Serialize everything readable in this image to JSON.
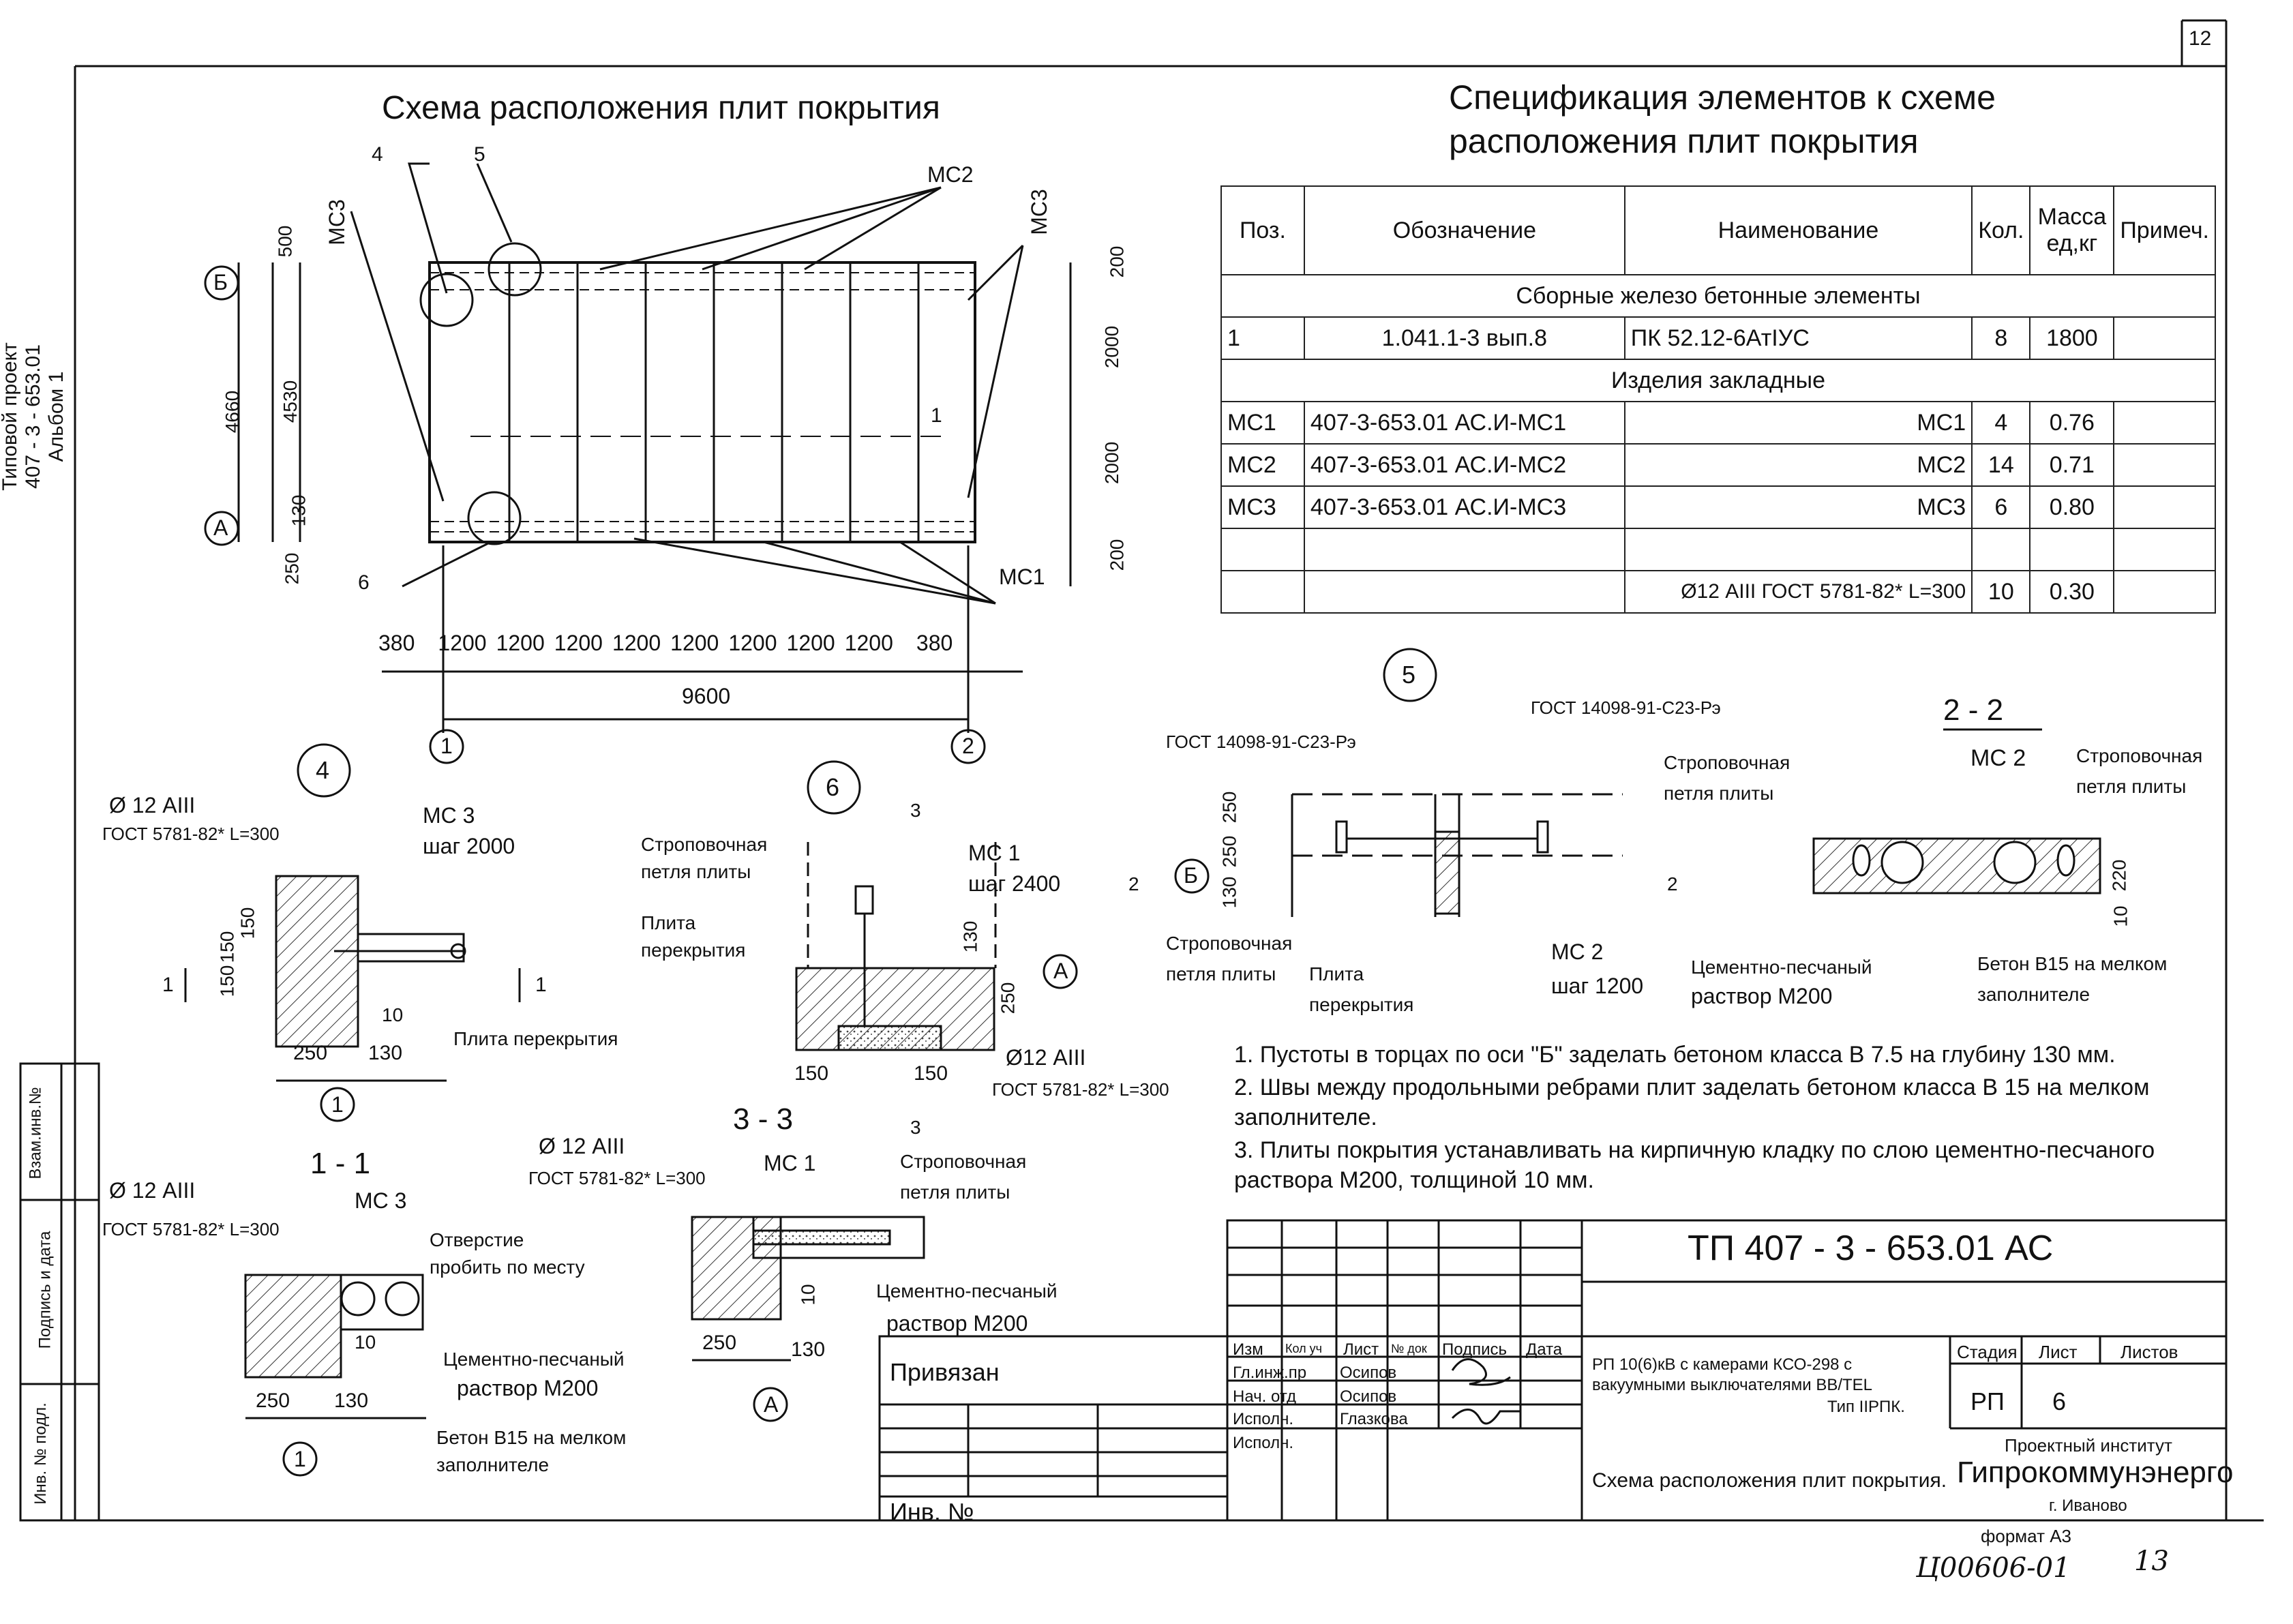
{
  "page_number": "12",
  "side_labels": {
    "l1": "Типовой проект",
    "l2": "407 - 3 - 653.01",
    "l3": "Альбом 1"
  },
  "left_stamp": {
    "a": "Взам.инв.№",
    "b": "Подпись и дата",
    "c": "Инв. № подл."
  },
  "plan": {
    "title": "Схема расположения плит покрытия",
    "callouts": [
      "4",
      "5",
      "6",
      "1"
    ],
    "mc_labels": {
      "mc2": "МС2",
      "mc3_left": "МС3",
      "mc3_right": "МС3",
      "mc1": "МС1"
    },
    "axes": {
      "b": "Б",
      "a": "А",
      "one": "1",
      "two": "2"
    },
    "dims_left": [
      "500",
      "4660",
      "4530",
      "130",
      "250"
    ],
    "dims_right": [
      "200",
      "2000",
      "2000",
      "200"
    ],
    "dims_bottom": [
      "380",
      "1200",
      "1200",
      "1200",
      "1200",
      "1200",
      "1200",
      "1200",
      "1200",
      "380"
    ],
    "total": "9600"
  },
  "spec": {
    "title_line1": "Спецификация элементов к схеме",
    "title_line2": "расположения плит покрытия",
    "headers": {
      "pos": "Поз.",
      "designation": "Обозначение",
      "name": "Наименование",
      "qty": "Кол.",
      "mass": "Масса ед,кг",
      "note": "Примеч."
    },
    "section1": "Сборные железо бетонные элементы",
    "row1": {
      "pos": "1",
      "designation": "1.041.1-3 вып.8",
      "name": "ПК 52.12-6АтIУС",
      "qty": "8",
      "mass": "1800"
    },
    "section2": "Изделия закладные",
    "rows": [
      {
        "pos": "МС1",
        "designation": "407-3-653.01   АС.И-МС1",
        "name": "МС1",
        "qty": "4",
        "mass": "0.76"
      },
      {
        "pos": "МС2",
        "designation": "407-3-653.01   АС.И-МС2",
        "name": "МС2",
        "qty": "14",
        "mass": "0.71"
      },
      {
        "pos": "МС3",
        "designation": "407-3-653.01   АС.И-МС3",
        "name": "МС3",
        "qty": "6",
        "mass": "0.80"
      }
    ],
    "row_last": {
      "name": "Ø12 АIII ГОСТ 5781-82* L=300",
      "qty": "10",
      "mass": "0.30"
    }
  },
  "detail4": {
    "num": "4",
    "bar": "Ø 12 АIII",
    "gost": "ГОСТ 5781-82* L=300",
    "mc": "МС 3",
    "step": "шаг 2000",
    "d150a": "150",
    "d150b": "150",
    "d150c": "150",
    "d10": "10",
    "d250": "250",
    "d130": "130",
    "slab": "Плита перекрытия",
    "axis": "1",
    "cut": "1"
  },
  "detail6": {
    "num": "6",
    "cut": "3",
    "loop1": "Строповочная",
    "loop2": "петля плиты",
    "mc": "МС 1",
    "step": "шаг 2400",
    "slab1": "Плита",
    "slab2": "перекрытия",
    "d130": "130",
    "d250": "250",
    "axis": "А",
    "d150a": "150",
    "d150b": "150",
    "bar": "Ø12 АIII",
    "gost": "ГОСТ 5781-82* L=300"
  },
  "detail5": {
    "num": "5",
    "gost_left": "ГОСТ 14098-91-С23-Рэ",
    "gost_right": "ГОСТ 14098-91-С23-Рэ",
    "loop1": "Строповочная",
    "loop2": "петля плиты",
    "d250a": "250",
    "d250b": "250",
    "d130": "130",
    "cut": "2",
    "axis": "Б",
    "bl1": "Строповочная",
    "bl2": "петля плиты",
    "slab1": "Плита",
    "slab2": "перекрытия",
    "mc": "МС 2",
    "step": "шаг 1200"
  },
  "section22": {
    "title": "2 - 2",
    "mc": "МС 2",
    "loop1": "Строповочная",
    "loop2": "петля плиты",
    "d220": "220",
    "d10": "10",
    "mortar1": "Цементно-песчаный",
    "mortar2": "раствор М200",
    "concrete": "Бетон В15  на мелком",
    "filler": "заполнителе"
  },
  "section11": {
    "title": "1 - 1",
    "bar": "Ø 12 АIII",
    "gost": "ГОСТ 5781-82* L=300",
    "mc": "МС 3",
    "hole1": "Отверстие",
    "hole2": "пробить по месту",
    "d10": "10",
    "mortar1": "Цементно-песчаный",
    "mortar2": "раствор М200",
    "concrete": "Бетон В15  на мелком",
    "filler": "заполнителе",
    "d250": "250",
    "d130": "130",
    "axis": "1"
  },
  "section33": {
    "title": "3 - 3",
    "bar": "Ø 12 АIII",
    "gost": "ГОСТ 5781-82* L=300",
    "mc": "МС 1",
    "loop1": "Строповочная",
    "loop2": "петля плиты",
    "d10": "10",
    "mortar1": "Цементно-песчаный",
    "mortar2": "раствор М200",
    "d250": "250",
    "d130": "130",
    "axis": "А"
  },
  "notes": [
    "1. Пустоты в торцах по оси \"Б\" заделать бетоном класса В 7.5 на глубину 130 мм.",
    "2. Швы между продольными ребрами плит заделать бетоном класса В 15 на мелком заполнителе.",
    "3. Плиты покрытия устанавливать на кирпичную кладку по слою цементно-песчаного раствора М200, толщиной 10 мм."
  ],
  "title_block": {
    "code": "ТП   407 - 3 - 653.01   АС",
    "privyazan": "Привязан",
    "inv": "Инв. №",
    "hdr": [
      "Изм",
      "Кол уч",
      "Лист",
      "№ док",
      "Подпись",
      "Дата"
    ],
    "roles": [
      {
        "role": "Гл.инж.пр",
        "name": "Осипов"
      },
      {
        "role": "Нач. отд",
        "name": "Осипов"
      },
      {
        "role": "Исполн.",
        "name": "Глазкова"
      },
      {
        "role": "Исполн.",
        "name": ""
      }
    ],
    "project1": "РП 10(6)кВ с камерами КСО-298 с",
    "project2": "вакуумными выключателями ВВ/TEL",
    "project3": "Тип IIРПК.",
    "stage_h": "Стадия",
    "sheet_h": "Лист",
    "sheets_h": "Листов",
    "stage": "РП",
    "sheet": "6",
    "sheet_title": "Схема расположения плит покрытия.",
    "inst1": "Проектный институт",
    "inst2": "Гипрокоммунэнерго",
    "inst3": "г. Иваново"
  },
  "format": "формат А3",
  "handwritten": "Ц00606-01",
  "handwritten_num": "13"
}
